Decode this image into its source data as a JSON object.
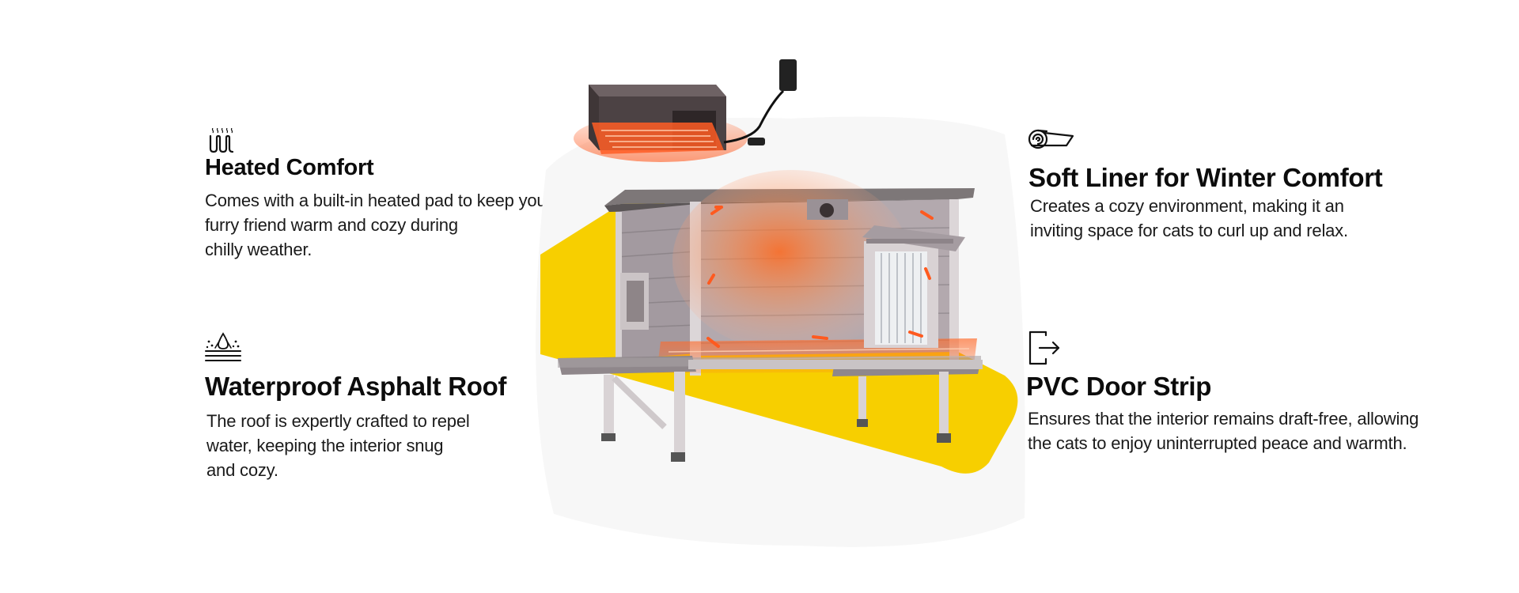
{
  "features": {
    "heated": {
      "icon": "heater-icon",
      "title": "Heated Comfort",
      "desc": [
        "Comes with a built-in heated pad to keep your",
        "furry friend warm and cozy during",
        "chilly weather."
      ]
    },
    "roof": {
      "icon": "waterproof-roof-icon",
      "title": "Waterproof Asphalt Roof",
      "desc": [
        "The roof is expertly crafted to repel",
        "water, keeping the interior snug",
        "and cozy."
      ]
    },
    "liner": {
      "icon": "rolled-mat-icon",
      "title": "Soft Liner for Winter Comfort",
      "desc": [
        "Creates a cozy environment, making it an",
        "inviting space for cats to curl up and relax."
      ]
    },
    "door": {
      "icon": "door-exit-icon",
      "title": "PVC Door Strip",
      "desc": [
        "Ensures that the interior remains draft-free, allowing",
        "the cats to enjoy uninterrupted peace and warmth."
      ]
    }
  },
  "colors": {
    "accent_yellow": "#f7cf00",
    "heat_orange": "#ff5a1f",
    "wood_gray": "#a8a0a6",
    "text": "#111111"
  }
}
